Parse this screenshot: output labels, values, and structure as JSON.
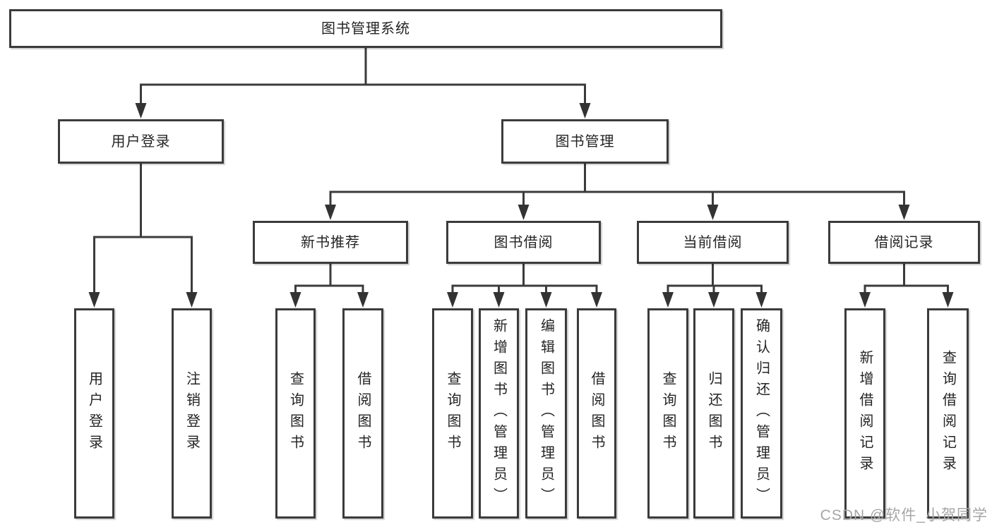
{
  "nodes": {
    "root": "图书管理系统",
    "user_login": "用户登录",
    "book_management": "图书管理",
    "new_book_recommend": "新书推荐",
    "book_borrowing": "图书借阅",
    "current_borrowing": "当前借阅",
    "borrowing_records": "借阅记录",
    "leaf_user_login": "用户登录",
    "leaf_logout": "注销登录",
    "leaf_rec_query_books": "查询图书",
    "leaf_rec_borrow_books": "借阅图书",
    "leaf_bor_query_books": "查询图书",
    "leaf_bor_add_books_admin": "新增图书（管理员）",
    "leaf_bor_edit_books_admin": "编辑图书（管理员）",
    "leaf_bor_borrow_books": "借阅图书",
    "leaf_cur_query_books": "查询图书",
    "leaf_cur_return_books": "归还图书",
    "leaf_cur_confirm_return_admin": "确认归还（管理员）",
    "leaf_add_borrow_record": "新增借阅记录",
    "leaf_query_borrow_record": "查询借阅记录"
  },
  "watermark": "CSDN @软件_小贺同学",
  "colors": {
    "line": "#3b3b3b",
    "arrow": "#333333",
    "border": "#3b3b3b",
    "text": "#242424",
    "watermark": "#a6a6a6"
  }
}
